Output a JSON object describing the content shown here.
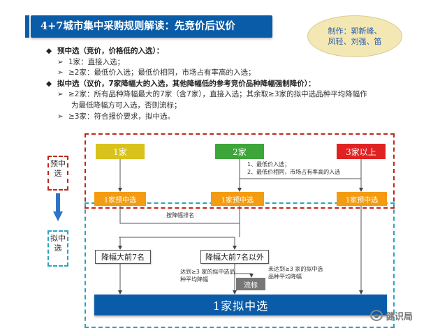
{
  "title": "4+7城市集中采购规则解读：先竞价后议价",
  "authors": [
    "制作：郭新峰、",
    "凤轻、刘强、笛"
  ],
  "rules": {
    "pre_heading": "预中选（竞价，价格低的入选）：",
    "pre_1": "1家：直接入选；",
    "pre_2": "≥2家：最低价入选；最低价相同，市场占有率高的入选；",
    "draft_heading": "拟中选（议价，7家降幅大的入选，其他降幅低的参考竞价品种降幅强制降价）：",
    "draft_1a": "≥2家：所有品种降幅最大的7家（含7家），直接入选；其余取≥3家的拟中选品种平均降幅作",
    "draft_1b": "为最低降幅方可入选，否则流标；",
    "draft_2": "≥3家：符合报价要求，拟中选。"
  },
  "side_labels": {
    "pre": "预中选",
    "draft": "拟中选"
  },
  "diagram": {
    "box_one": "1家",
    "box_two": "2家",
    "box_three": "3家以上",
    "pre_one": "1家预中选",
    "pre_two": "1家预中选",
    "pre_three": "1家预中选",
    "note_top_1": "1、最低价入选；",
    "note_top_2": "2、最低价相同，市场占有率高的入选",
    "rank_note": "按降幅排名",
    "top7": "降幅大前7名",
    "outside7": "降幅大前7名以外",
    "reach_note": "达到≥3 家的拟中选品种平均降幅",
    "not_reach_note": "未达到≥3 家的拟中选品种平均降幅",
    "fail": "流标",
    "final": "1家拟中选"
  },
  "watermark": "健识局",
  "colors": {
    "title_bg": "#0b5ca8",
    "yellow": "#d8c21c",
    "green": "#3da53a",
    "red": "#e02222",
    "orange": "#f39c12",
    "frame_red": "#c0261b",
    "frame_cyan": "#2aa6bf"
  }
}
